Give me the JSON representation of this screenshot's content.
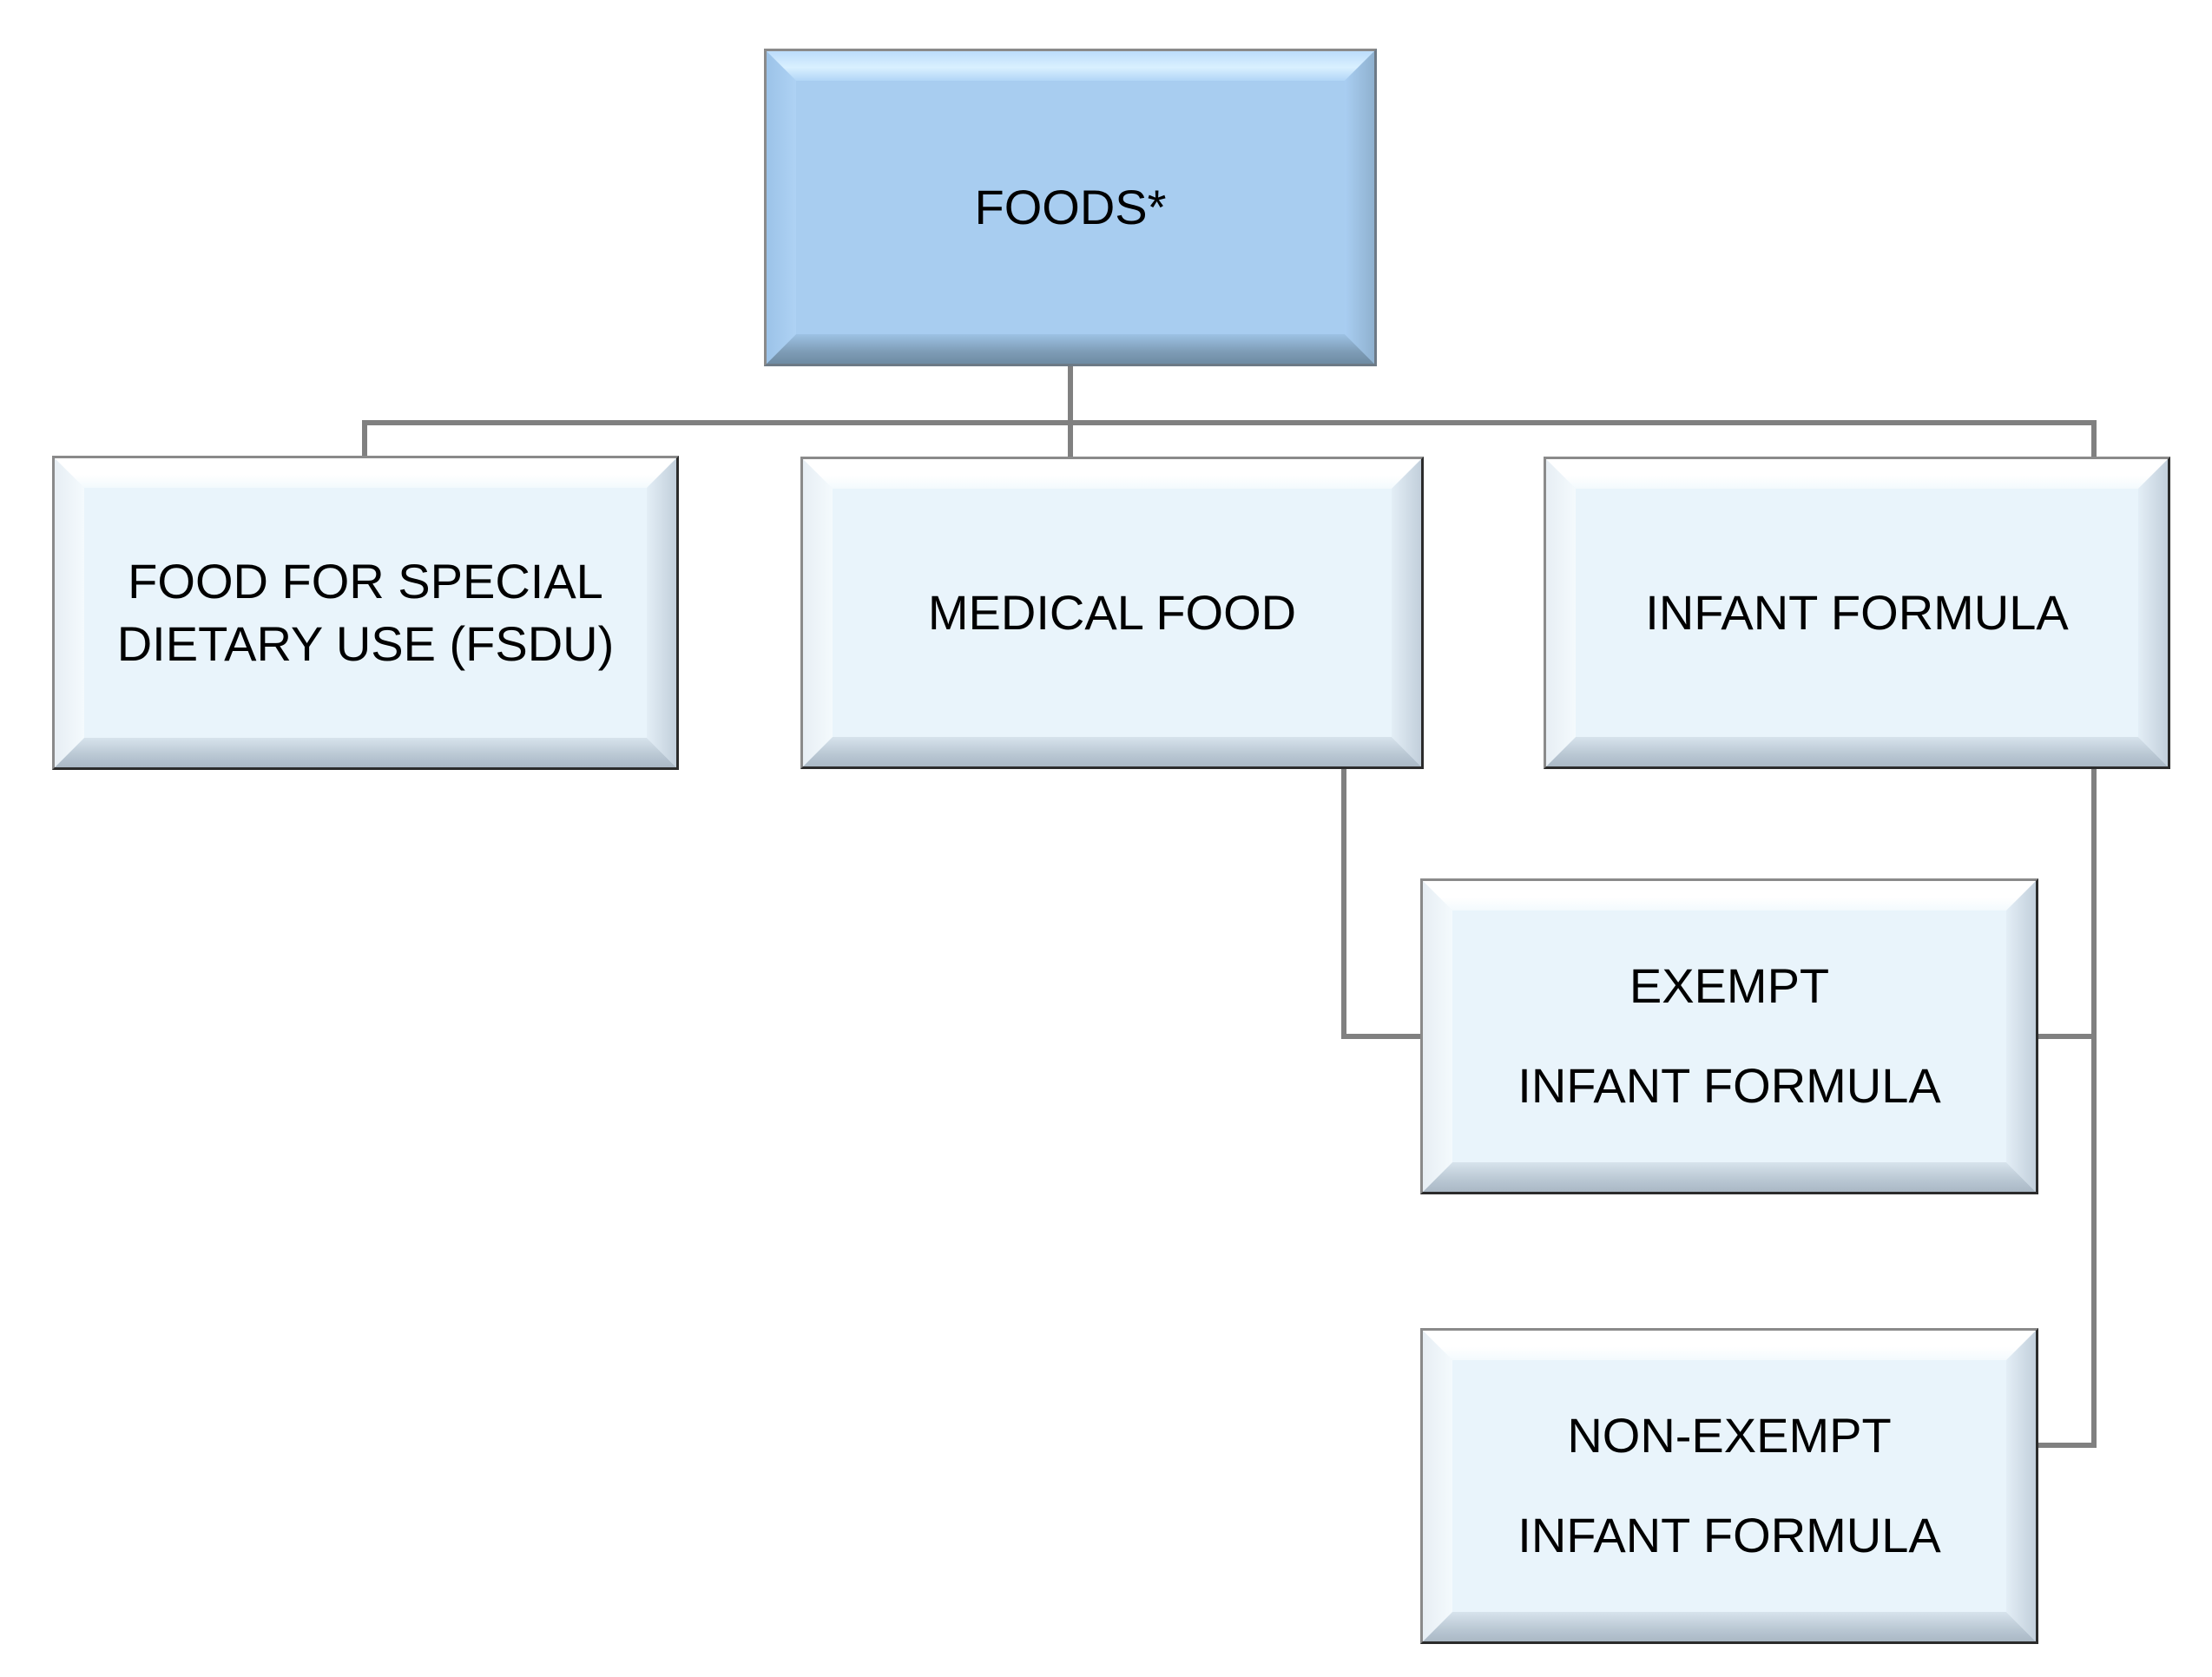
{
  "diagram": {
    "title": "Foods regulatory category hierarchy",
    "colors": {
      "root_fill": "#a8cdf0",
      "child_fill": "#e9f4fb",
      "border": "#8a8a8a",
      "connector": "#808080",
      "text": "#000000",
      "background": "#ffffff"
    },
    "nodes": [
      {
        "id": "foods",
        "label": "FOODS*",
        "level": 0,
        "style": "blue"
      },
      {
        "id": "fsdu",
        "label": "FOOD FOR SPECIAL\nDIETARY USE (FSDU)",
        "level": 1,
        "style": "silver"
      },
      {
        "id": "medical-food",
        "label": "MEDICAL FOOD",
        "level": 1,
        "style": "silver"
      },
      {
        "id": "infant-formula",
        "label": "INFANT FORMULA",
        "level": 1,
        "style": "silver"
      },
      {
        "id": "exempt",
        "label": "EXEMPT\nINFANT FORMULA",
        "level": 2,
        "style": "silver"
      },
      {
        "id": "non-exempt",
        "label": "NON-EXEMPT\nINFANT FORMULA",
        "level": 2,
        "style": "silver"
      }
    ],
    "edges": [
      {
        "from": "foods",
        "to": "fsdu"
      },
      {
        "from": "foods",
        "to": "medical-food"
      },
      {
        "from": "foods",
        "to": "infant-formula"
      },
      {
        "from": "medical-food",
        "to": "exempt"
      },
      {
        "from": "infant-formula",
        "to": "exempt"
      },
      {
        "from": "infant-formula",
        "to": "non-exempt"
      }
    ]
  }
}
